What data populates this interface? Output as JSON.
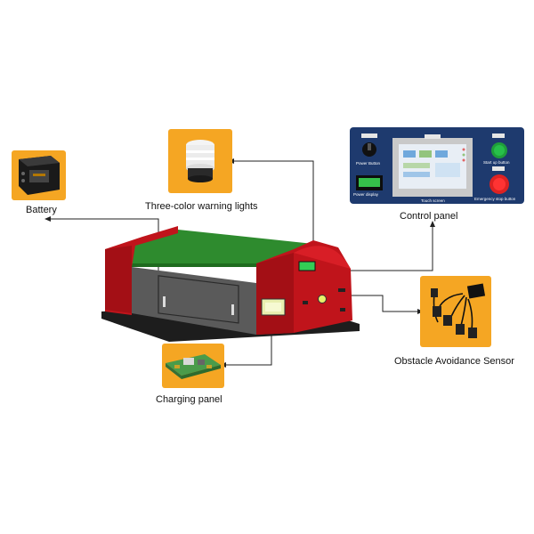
{
  "components": {
    "battery": {
      "label": "Battery",
      "icon": "battery-icon"
    },
    "warning_lights": {
      "label": "Three-color warning lights",
      "icon": "warning-light-icon"
    },
    "control_panel": {
      "label": "Control panel",
      "icon": "control-panel-icon",
      "parts": {
        "power_button": "Power Button",
        "power_display": "Power display",
        "touch_screen": "Touch screen",
        "start_button": "Start up button",
        "emergency_stop": "Emergency stop button"
      }
    },
    "obstacle_sensor": {
      "label": "Obstacle Avoidance Sensor",
      "icon": "sensor-icon"
    },
    "charging_panel": {
      "label": "Charging panel",
      "icon": "charging-board-icon"
    }
  },
  "vehicle": {
    "icon": "agv-robot-icon"
  },
  "colors": {
    "tile": "#f5a623",
    "body_red": "#c0141b",
    "deck_green": "#2e8b2e",
    "body_grey": "#5a5a5a",
    "panel_blue": "#1e3a6e",
    "connector": "#222222"
  }
}
